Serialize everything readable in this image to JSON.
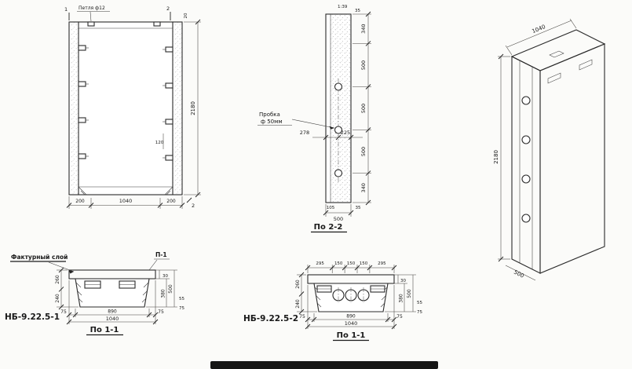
{
  "drawing": {
    "front_view": {
      "loop_note": "Петля ф12",
      "mark_1": "1",
      "mark_2_top": "2",
      "mark_2_bottom": "2",
      "dim_20": "20",
      "dim_120": "120",
      "dim_height": "2180",
      "dim_200_left": "200",
      "dim_width": "1040",
      "dim_200_right": "200"
    },
    "section_2_2": {
      "title": "По 2-2",
      "slope_note": "1:39",
      "top_35": "35",
      "plug_line1": "Пробка",
      "plug_line2": "ф 50мм",
      "dim_278": "278",
      "dim_225": "225",
      "dims_right": [
        "340",
        "500",
        "500",
        "500",
        "340"
      ],
      "dim_105": "105",
      "dim_35_bottom": "35",
      "dim_500_bottom": "500"
    },
    "iso_view": {
      "dim_width": "1040",
      "dim_height": "2180",
      "dim_depth": "500"
    },
    "section_a": {
      "designation": "НБ-9.22.5-1",
      "title": "По 1-1",
      "facing_label": "Фактурный слой",
      "detail_mark": "П-1",
      "dim_30": "30",
      "left_dims": [
        "260",
        "240"
      ],
      "dim_380": "380",
      "dim_500": "500",
      "dim_55": "55",
      "dim_75": "75",
      "bottom_dims": [
        "75",
        "890",
        "75"
      ],
      "bottom_total": "1040"
    },
    "section_b": {
      "designation": "НБ-9.22.5-2",
      "title": "По 1-1",
      "top_dims": [
        "295",
        "150",
        "150",
        "150",
        "295"
      ],
      "dim_30": "30",
      "left_dims": [
        "260",
        "240"
      ],
      "dim_380": "380",
      "dim_500": "500",
      "dim_55": "55",
      "dim_75": "75",
      "bottom_dims": [
        "75",
        "890",
        "75"
      ],
      "bottom_total": "1040"
    }
  }
}
